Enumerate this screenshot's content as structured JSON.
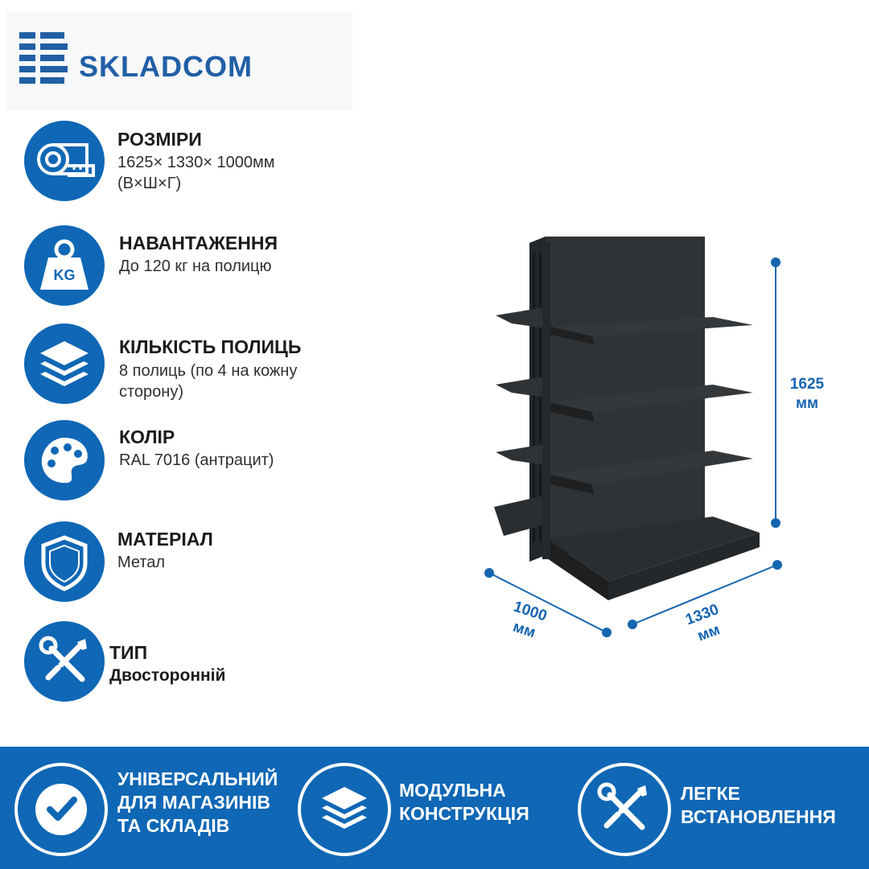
{
  "brand": {
    "name": "SKLADCOM"
  },
  "specs": [
    {
      "icon": "tape-measure-icon",
      "title": "РОЗМІРИ",
      "value": "1625× 1330× 1000мм (В×Ш×Г)"
    },
    {
      "icon": "weight-kg-icon",
      "title": "НАВАНТАЖЕННЯ",
      "value": "До 120 кг на полицю"
    },
    {
      "icon": "layers-icon",
      "title": "КІЛЬКІСТЬ ПОЛИЦЬ",
      "value": "8 полиць (по 4 на кожну сторону)"
    },
    {
      "icon": "palette-icon",
      "title": "КОЛІР",
      "value": "RAL 7016 (антрацит)"
    },
    {
      "icon": "shield-icon",
      "title": "МАТЕРІАЛ",
      "value": "Метал"
    },
    {
      "icon": "tools-icon",
      "title": "ТИП",
      "value": "Двосторонній"
    }
  ],
  "dimensions": {
    "height": "1625 мм",
    "width": "1330 мм",
    "depth": "1000 мм"
  },
  "benefits": [
    {
      "icon": "checkmark-icon",
      "text": "УНІВЕРСАЛЬНИЙ ДЛЯ МАГАЗИНІВ ТА СКЛАДІВ"
    },
    {
      "icon": "layers-icon",
      "text": "МОДУЛЬНА КОНСТРУКЦІЯ"
    },
    {
      "icon": "tools-icon",
      "text": "ЛЕГКЕ ВСТАНОВЛЕННЯ"
    }
  ],
  "colors": {
    "brand_blue": "#0f67b5",
    "shelf_anthracite": "#2b2e30"
  }
}
